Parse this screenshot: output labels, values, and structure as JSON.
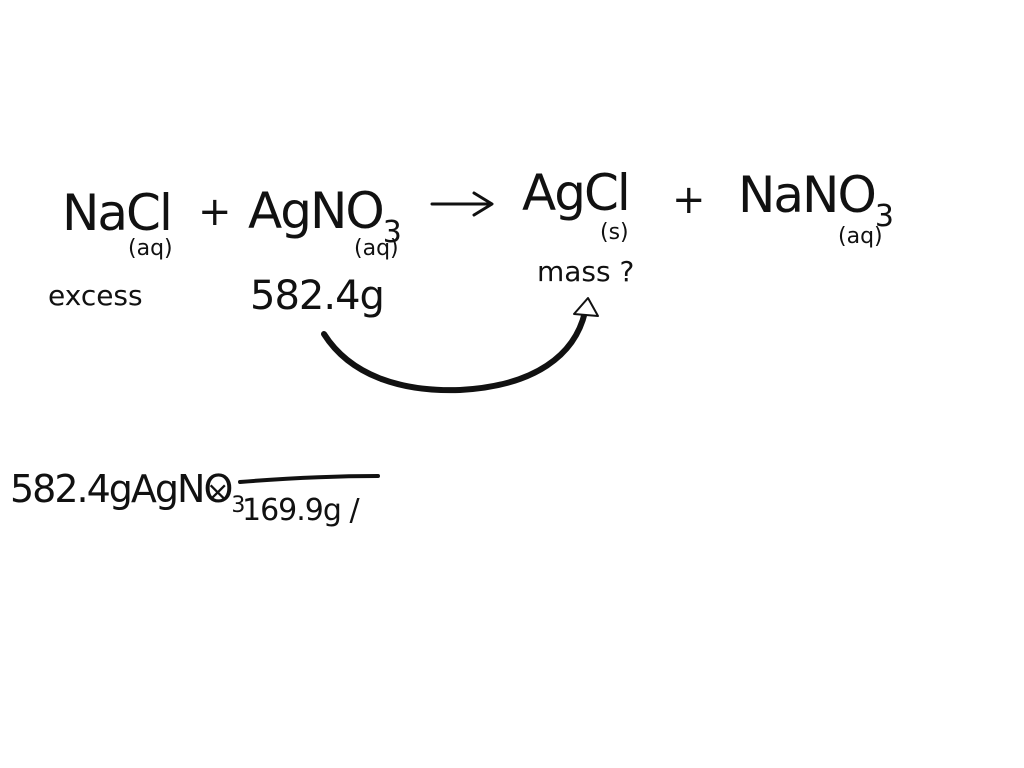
{
  "equation": {
    "reactant1": {
      "base": "NaCl",
      "state": "(aq)"
    },
    "plus1": "+",
    "reactant2": {
      "base": "AgNO",
      "sub": "3",
      "state": "(aq)"
    },
    "arrow": "⟶",
    "product1": {
      "base": "AgCl",
      "state": "(s)"
    },
    "plus2": "+",
    "product2": {
      "base": "NaNO",
      "sub": "3",
      "state": "(aq)"
    }
  },
  "annotations": {
    "excess": "excess",
    "given_mass": "582.4g",
    "unknown": "mass ?"
  },
  "calculation": {
    "lhs": {
      "amount": "582.4g",
      "base": "AgNO",
      "sub": "3"
    },
    "times": "×",
    "denominator": "169.9g /"
  }
}
